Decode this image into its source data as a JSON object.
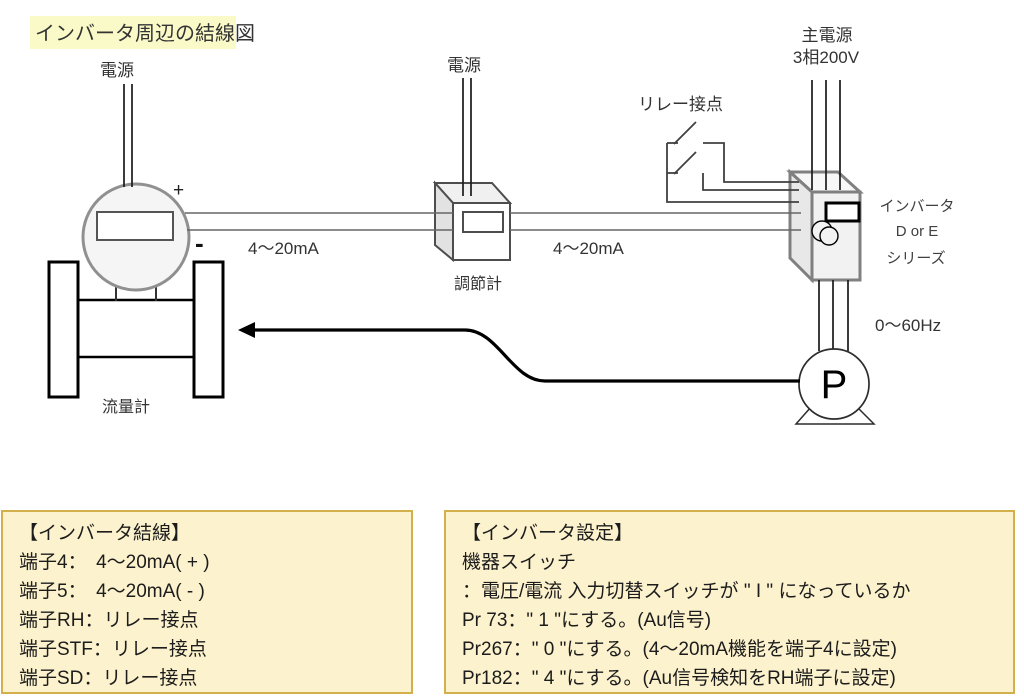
{
  "title": {
    "text": "インバータ周辺の結線図"
  },
  "diagram": {
    "labels": {
      "power_left": "電源",
      "power_mid": "電源",
      "main_power_line1": "主電源",
      "main_power_line2": "3相200V",
      "relay_contact": "リレー接点",
      "signal_left": "4～20mA",
      "signal_right": "4～20mA",
      "flow_meter": "流量計",
      "controller": "調節計",
      "inverter_line1": "インバータ",
      "inverter_line2": "D or E",
      "inverter_line3": "シリーズ",
      "output_freq": "0～60Hz",
      "pump_letter": "P",
      "plus": "+",
      "minus": "-"
    }
  },
  "notes": {
    "wiring": {
      "lines": [
        "【インバータ結線】",
        "端子4：　4～20mA( + )",
        "端子5：　4～20mA( - )",
        "端子RH：リレー接点",
        "端子STF：リレー接点",
        "端子SD：リレー接点"
      ]
    },
    "settings": {
      "lines": [
        "【インバータ設定】",
        "機器スイッチ",
        "：電圧/電流 入力切替スイッチが \" I \" になっているか",
        "Pr 73：\" 1 \"にする。(Au信号)",
        "Pr267：\" 0 \"にする。(4～20mA機能を端子4に設定)",
        "Pr182：\" 4 \"にする。(Au信号検知をRH端子に設定)"
      ]
    }
  },
  "colors": {
    "title_highlight": "#FAFAC8",
    "note_fill": "#FCF2CD",
    "note_border": "#D2B04C",
    "shape_fill": "#F2F2F2",
    "shape_stroke": "#808080",
    "wire": "#666666",
    "arrow": "#000000"
  }
}
